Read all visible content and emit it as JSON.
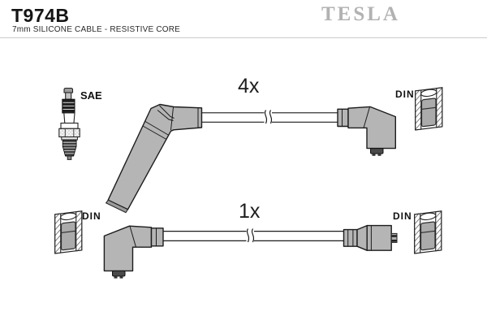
{
  "header": {
    "part_number": "T974B",
    "subtitle": "7mm SILICONE CABLE - RESISTIVE CORE",
    "brand": "TESLA"
  },
  "diagram": {
    "spark_plug_label": "SAE",
    "top_cable": {
      "quantity": "4x",
      "connector_label": "DIN"
    },
    "bottom_cable": {
      "quantity": "1x",
      "connector_left_label": "DIN",
      "connector_right_label": "DIN"
    },
    "colors": {
      "boot_gray": "#b5b5b5",
      "boot_rim_gray": "#9b9b9b",
      "terminal_dark": "#4a4a4a",
      "insert_gray": "#ababab",
      "brand_gray": "#b2b2b2",
      "divider_gray": "#cbcbcb"
    }
  }
}
